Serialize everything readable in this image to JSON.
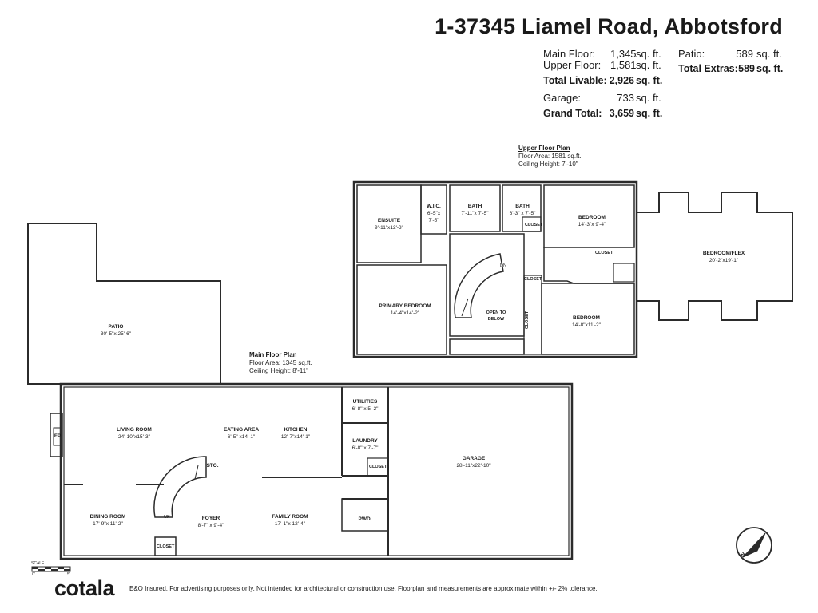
{
  "title": "1-37345 Liamel Road, Abbotsford",
  "areas": {
    "main_floor": {
      "label": "Main Floor:",
      "value": "1,345",
      "unit": "sq. ft."
    },
    "upper_floor": {
      "label": "Upper Floor:",
      "value": "1,581",
      "unit": "sq. ft."
    },
    "total_livable": {
      "label": "Total Livable:",
      "value": "2,926",
      "unit": "sq. ft."
    },
    "garage": {
      "label": "Garage:",
      "value": "733",
      "unit": "sq. ft."
    },
    "grand_total": {
      "label": "Grand Total:",
      "value": "3,659",
      "unit": "sq. ft."
    },
    "patio": {
      "label": "Patio:",
      "value": "589",
      "unit": "sq. ft."
    },
    "total_extras": {
      "label": "Total Extras:",
      "value": "589",
      "unit": "sq. ft."
    }
  },
  "upper_plan": {
    "title": "Upper Floor Plan",
    "floor_area": "Floor Area: 1581 sq.ft.",
    "ceiling": "Ceiling Height: 7'-10\"",
    "rooms": {
      "ensuite": {
        "name": "ENSUITE",
        "dims": "9'-11\"x12'-3\""
      },
      "wic": {
        "name": "W.I.C.",
        "dims": "6'-5\"x",
        "dims2": "7'-5\""
      },
      "bath1": {
        "name": "BATH",
        "dims": "7'-11\"x 7'-5\""
      },
      "bath2": {
        "name": "BATH",
        "dims": "6'-3\" x 7'-5\""
      },
      "bedroom1": {
        "name": "BEDROOM",
        "dims": "14'-3\"x 9'-4\""
      },
      "bedroom_flex": {
        "name": "BEDROOM/FLEX",
        "dims": "20'-2\"x19'-1\""
      },
      "primary": {
        "name": "PRIMARY BEDROOM",
        "dims": "14'-4\"x14'-2\""
      },
      "open_below": {
        "name": "OPEN TO",
        "name2": "BELOW"
      },
      "bedroom2": {
        "name": "BEDROOM",
        "dims": "14'-8\"x11'-2\""
      }
    },
    "closet_labels": [
      "CLOSET",
      "CLOSET",
      "CLOSET",
      "CLOSET"
    ],
    "dn_label": "DN"
  },
  "main_plan": {
    "title": "Main Floor Plan",
    "floor_area": "Floor Area: 1345 sq.ft.",
    "ceiling": "Ceiling Height: 8'-11\"",
    "rooms": {
      "patio": {
        "name": "PATIO",
        "dims": "30'-5\"x 25'-6\""
      },
      "living": {
        "name": "LIVING ROOM",
        "dims": "24'-10\"x15'-3\""
      },
      "eating": {
        "name": "EATING AREA",
        "dims": "6'-5\" x14'-1\""
      },
      "kitchen": {
        "name": "KITCHEN",
        "dims": "12'-7\"x14'-1\""
      },
      "utilities": {
        "name": "UTILITIES",
        "dims": "6'-8\" x 5'-2\""
      },
      "laundry": {
        "name": "LAUNDRY",
        "dims": "6'-8\" x 7'-7\""
      },
      "garage": {
        "name": "GARAGE",
        "dims": "28'-11\"x22'-10\""
      },
      "dining": {
        "name": "DINING ROOM",
        "dims": "17'-9\"x 11'-2\""
      },
      "foyer": {
        "name": "FOYER",
        "dims": "8'-7\" x 9'-4\""
      },
      "family": {
        "name": "FAMILY ROOM",
        "dims": "17'-1\"x 12'-4\""
      },
      "pwd": {
        "name": "PWD."
      },
      "sto": {
        "name": "STO."
      },
      "fp": {
        "name": "FP"
      }
    },
    "closet_labels": [
      "CLOSET",
      "CLOSET"
    ],
    "up_label": "UP"
  },
  "scale": {
    "label": "SCALE",
    "start": "0'",
    "end": "5'"
  },
  "brand": "cotala",
  "disclaimer": "E&O Insured. For advertising purposes only. Not intended for architectural or construction use. Floorplan and measurements are approximate within +/- 2% tolerance.",
  "compass_letter": "N",
  "colors": {
    "wall": "#2b2b2b",
    "text": "#1a1a1a",
    "background": "#ffffff"
  }
}
